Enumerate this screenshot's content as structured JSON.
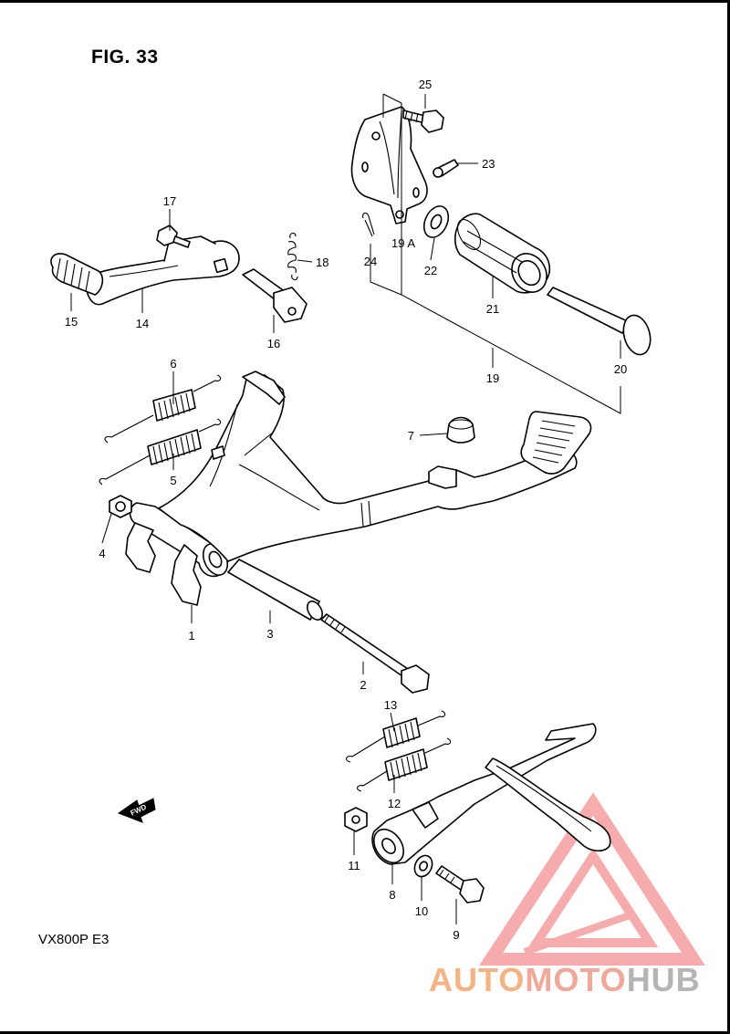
{
  "figure": {
    "title": "FIG. 33",
    "model": "VX800P  E3"
  },
  "callouts": [
    {
      "id": "c1",
      "label": "1"
    },
    {
      "id": "c2",
      "label": "2"
    },
    {
      "id": "c3",
      "label": "3"
    },
    {
      "id": "c4",
      "label": "4"
    },
    {
      "id": "c5",
      "label": "5"
    },
    {
      "id": "c6",
      "label": "6"
    },
    {
      "id": "c7",
      "label": "7"
    },
    {
      "id": "c8",
      "label": "8"
    },
    {
      "id": "c9",
      "label": "9"
    },
    {
      "id": "c10",
      "label": "10"
    },
    {
      "id": "c11",
      "label": "11"
    },
    {
      "id": "c12",
      "label": "12"
    },
    {
      "id": "c13",
      "label": "13"
    },
    {
      "id": "c14",
      "label": "14"
    },
    {
      "id": "c15",
      "label": "15"
    },
    {
      "id": "c16",
      "label": "16"
    },
    {
      "id": "c17",
      "label": "17"
    },
    {
      "id": "c18",
      "label": "18"
    },
    {
      "id": "c19",
      "label": "19"
    },
    {
      "id": "c19a",
      "label": "19 A"
    },
    {
      "id": "c20",
      "label": "20"
    },
    {
      "id": "c21",
      "label": "21"
    },
    {
      "id": "c22",
      "label": "22"
    },
    {
      "id": "c23",
      "label": "23"
    },
    {
      "id": "c24",
      "label": "24"
    },
    {
      "id": "c25",
      "label": "25"
    }
  ],
  "fwd_marker": {
    "label": "FWD",
    "icon": "forward-arrow-icon"
  },
  "watermark": {
    "part1": "AUTO",
    "part2": "MOTO",
    "part3": "HUB",
    "colors": {
      "auto": "#f4b384",
      "moto": "#f0a89a",
      "hub": "#b5b5b5",
      "triangle": "#f06a6a"
    }
  }
}
